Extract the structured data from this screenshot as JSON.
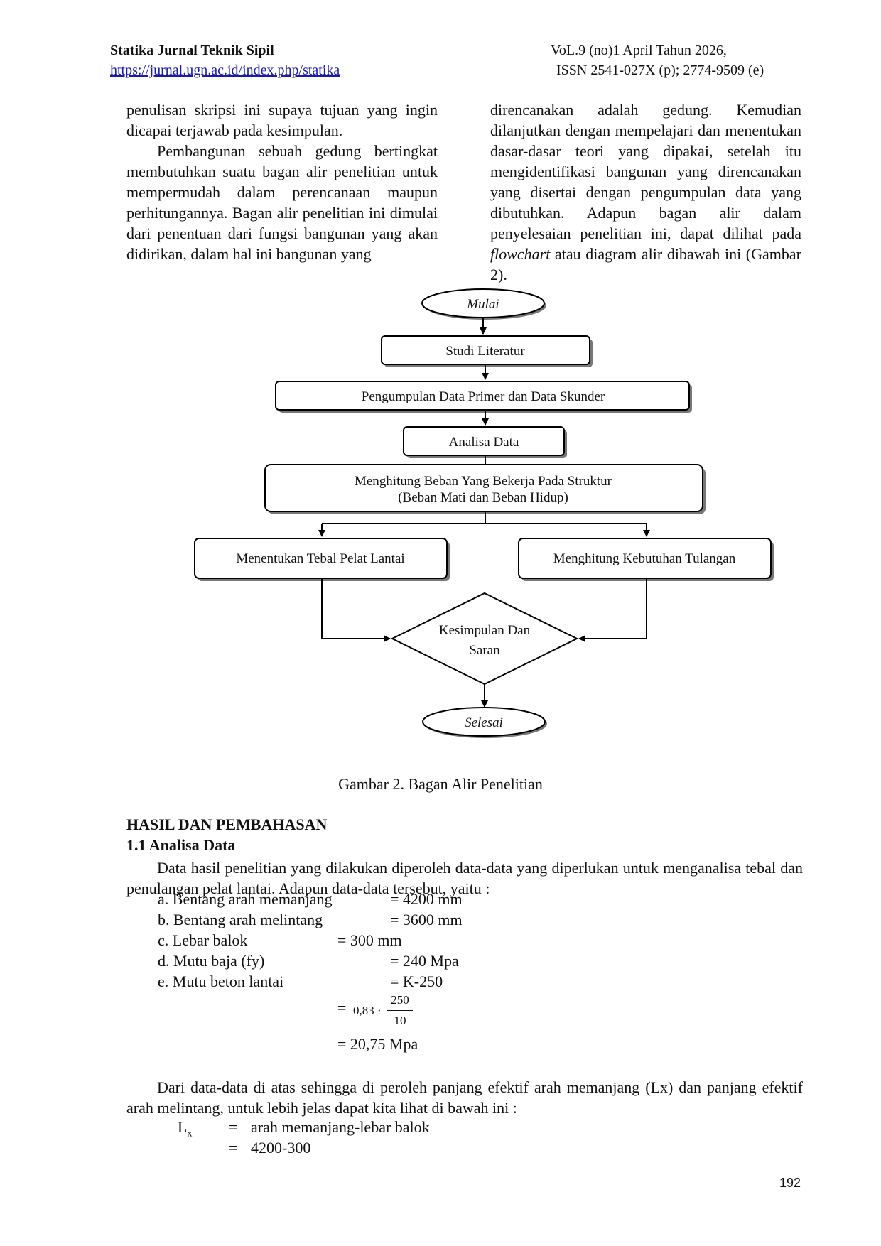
{
  "header": {
    "journal": "Statika Jurnal Teknik Sipil",
    "url": "https://jurnal.ugn.ac.id/index.php/statika",
    "volume": "VoL.9 (no)1 April Tahun 2026,",
    "issn": "ISSN 2541-027X  (p); 2774-9509 (e)"
  },
  "intro": {
    "left_p1": "penulisan skripsi ini supaya tujuan yang ingin dicapai terjawab pada kesimpulan.",
    "left_p2": "Pembangunan sebuah gedung bertingkat membutuhkan suatu bagan alir penelitian untuk mempermudah dalam perencanaan maupun perhitungannya. Bagan alir penelitian ini dimulai dari penentuan dari fungsi bangunan yang akan didirikan, dalam hal ini bangunan yang",
    "right_p_before": "direncanakan adalah gedung. Kemudian dilanjutkan dengan mempelajari dan menentukan dasar-dasar teori yang dipakai, setelah itu mengidentifikasi bangunan yang direncanakan yang disertai dengan pengumpulan data yang dibutuhkan. Adapun bagan alir dalam penyelesaian penelitian ini, dapat dilihat pada ",
    "right_p_italic": "flowchart",
    "right_p_after": " atau diagram alir dibawah ini (Gambar 2)."
  },
  "flowchart": {
    "start": "Mulai",
    "step1": "Studi Literatur",
    "step2": "Pengumpulan Data Primer dan Data Skunder",
    "step3": "Analisa Data",
    "step4_line1": "Menghitung Beban Yang Bekerja Pada Struktur",
    "step4_line2": "(Beban Mati dan Beban Hidup)",
    "step5_left": "Menentukan Tebal Pelat Lantai",
    "step5_right": "Menghitung Kebutuhan Tulangan",
    "decision_line1": "Kesimpulan Dan",
    "decision_line2": "Saran",
    "end": "Selesai"
  },
  "caption": "Gambar 2. Bagan Alir Penelitian",
  "results": {
    "section_title": "HASIL DAN PEMBAHASAN",
    "subsection_title": "1.1  Analisa Data",
    "para1": "Data hasil penelitian yang dilakukan diperoleh data-data yang diperlukan untuk menganalisa tebal dan penulangan pelat lantai. Adapun data-data tersebut, yaitu :",
    "items": [
      {
        "label": "a.  Bentang arah memanjang",
        "value": "= 4200 mm"
      },
      {
        "label": "b.  Bentang arah melintang",
        "value": "= 3600 mm"
      },
      {
        "label": "c.  Lebar balok",
        "value": "= 300 mm"
      },
      {
        "label": "d.  Mutu baja (fy)",
        "value": "= 240 Mpa"
      },
      {
        "label": "e.  Mutu beton lantai",
        "value": "= K-250"
      }
    ],
    "formula": {
      "eq": "=",
      "coef": "0,83 ·",
      "num": "250",
      "den": "10"
    },
    "result": "= 20,75 Mpa",
    "para2": "Dari data-data di atas sehingga di peroleh panjang efektif arah memanjang (Lx) dan panjang efektif arah melintang, untuk lebih jelas dapat kita lihat di bawah ini :",
    "lx": {
      "symbol": "L",
      "sub": "x",
      "eq1": "=",
      "rhs1": "arah memanjang-lebar balok",
      "eq2": "=",
      "rhs2": "4200-300"
    }
  },
  "page_number": "192"
}
